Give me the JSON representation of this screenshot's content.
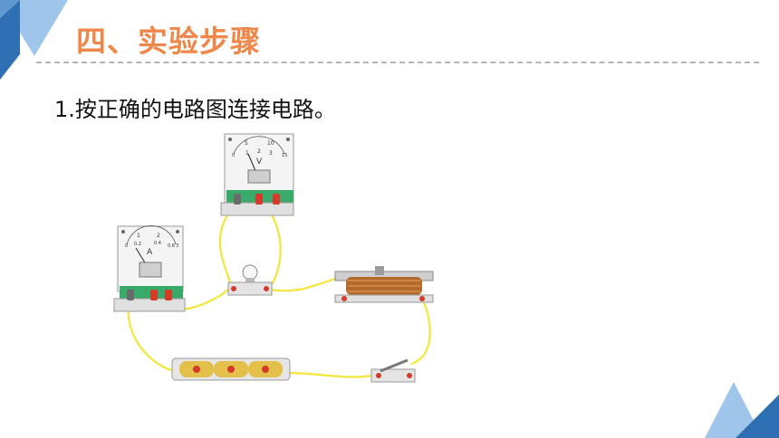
{
  "section": {
    "title": "四、实验步骤"
  },
  "step": {
    "text": "1.按正确的电路图连接电路。"
  },
  "voltmeter": {
    "letter": "V",
    "scale_top": [
      "5",
      "10"
    ],
    "scale_bottom": [
      "1",
      "2",
      "3"
    ],
    "scale_ends": [
      "0",
      "15"
    ],
    "terminals": [
      "-",
      "+",
      "+"
    ]
  },
  "ammeter": {
    "letter": "A",
    "scale_top": [
      "1",
      "2"
    ],
    "scale_bottom": [
      "0.2",
      "0.4",
      "0.6"
    ],
    "scale_ends": [
      "0",
      "3"
    ]
  },
  "colors": {
    "title_orange": "#f0874a",
    "triangle_blue_dark": "#2f6fb3",
    "triangle_blue_light": "#9fc6ea",
    "wire_yellow": "#f3e63a",
    "terminal_red": "#d63b2a",
    "meter_base_green": "#3aaa6a",
    "battery_gold": "#e3c04a"
  },
  "icons": [
    "voltmeter-icon",
    "ammeter-icon",
    "bulb-icon",
    "rheostat-icon",
    "battery-icon",
    "switch-icon"
  ]
}
